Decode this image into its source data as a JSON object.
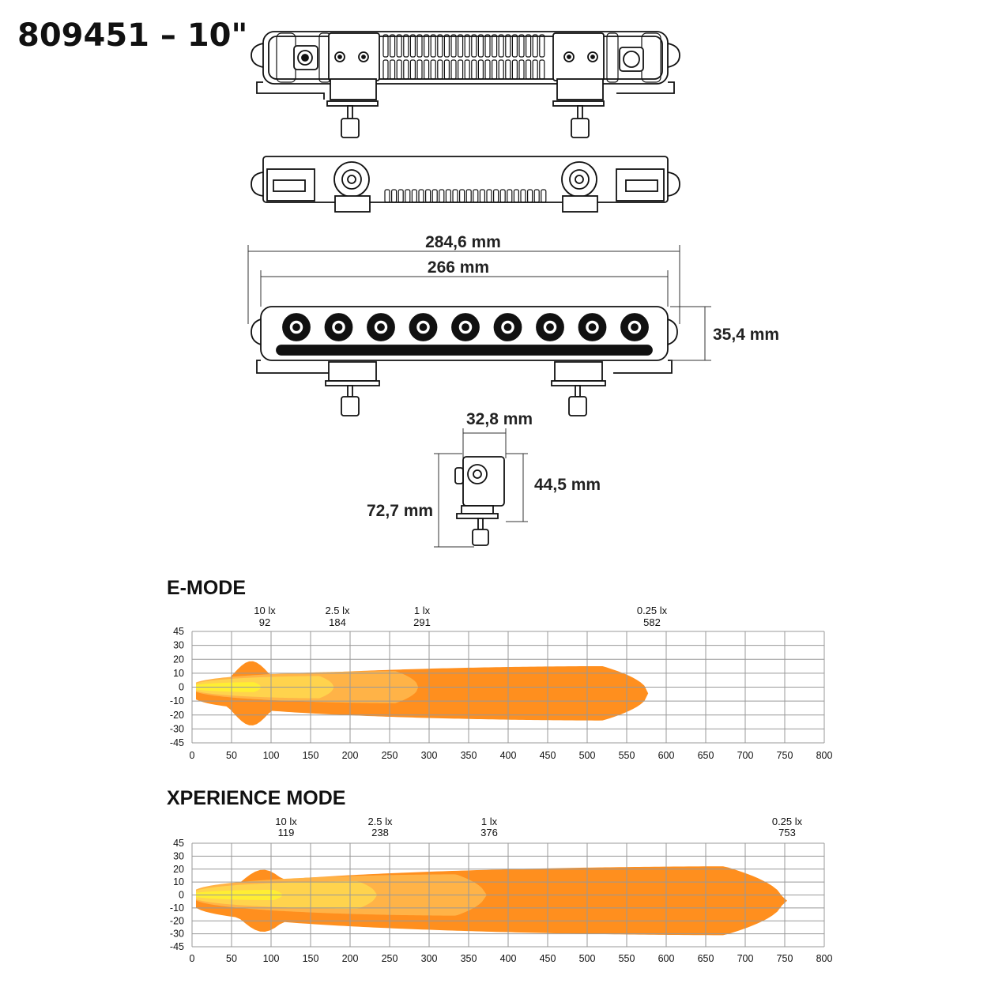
{
  "product": {
    "title": "809451 – 10\""
  },
  "dimensions": {
    "overall_width": "284,6 mm",
    "body_width": "266 mm",
    "height": "35,4 mm",
    "side_depth": "32,8 mm",
    "side_height": "44,5 mm",
    "total_height": "72,7 mm"
  },
  "colors": {
    "beam_outer": "#ff8f1e",
    "beam_mid": "#ffb347",
    "beam_inner": "#ffd34d",
    "beam_core": "#ffee33",
    "grid": "#999999"
  },
  "chart_data": [
    {
      "type": "area",
      "title": "E-MODE",
      "x_ticks": [
        "0",
        "50",
        "100",
        "150",
        "200",
        "250",
        "300",
        "350",
        "400",
        "450",
        "500",
        "550",
        "600",
        "650",
        "700",
        "750",
        "800"
      ],
      "y_ticks": [
        "45",
        "30",
        "20",
        "10",
        "0",
        "-10",
        "-20",
        "-30",
        "-45"
      ],
      "xlim": [
        0,
        800
      ],
      "ylim": [
        -45,
        45
      ],
      "grid": true,
      "series": [
        {
          "name": "10 lx",
          "range": "92"
        },
        {
          "name": "2.5 lx",
          "range": "184"
        },
        {
          "name": "1 lx",
          "range": "291"
        },
        {
          "name": "0.25 lx",
          "range": "582"
        }
      ]
    },
    {
      "type": "area",
      "title": "XPERIENCE MODE",
      "x_ticks": [
        "0",
        "50",
        "100",
        "150",
        "200",
        "250",
        "300",
        "350",
        "400",
        "450",
        "500",
        "550",
        "600",
        "650",
        "700",
        "750",
        "800"
      ],
      "y_ticks": [
        "45",
        "30",
        "20",
        "10",
        "0",
        "-10",
        "-20",
        "-30",
        "-45"
      ],
      "xlim": [
        0,
        800
      ],
      "ylim": [
        -45,
        45
      ],
      "grid": true,
      "series": [
        {
          "name": "10 lx",
          "range": "119"
        },
        {
          "name": "2.5 lx",
          "range": "238"
        },
        {
          "name": "1 lx",
          "range": "376"
        },
        {
          "name": "0.25 lx",
          "range": "753"
        }
      ]
    }
  ]
}
